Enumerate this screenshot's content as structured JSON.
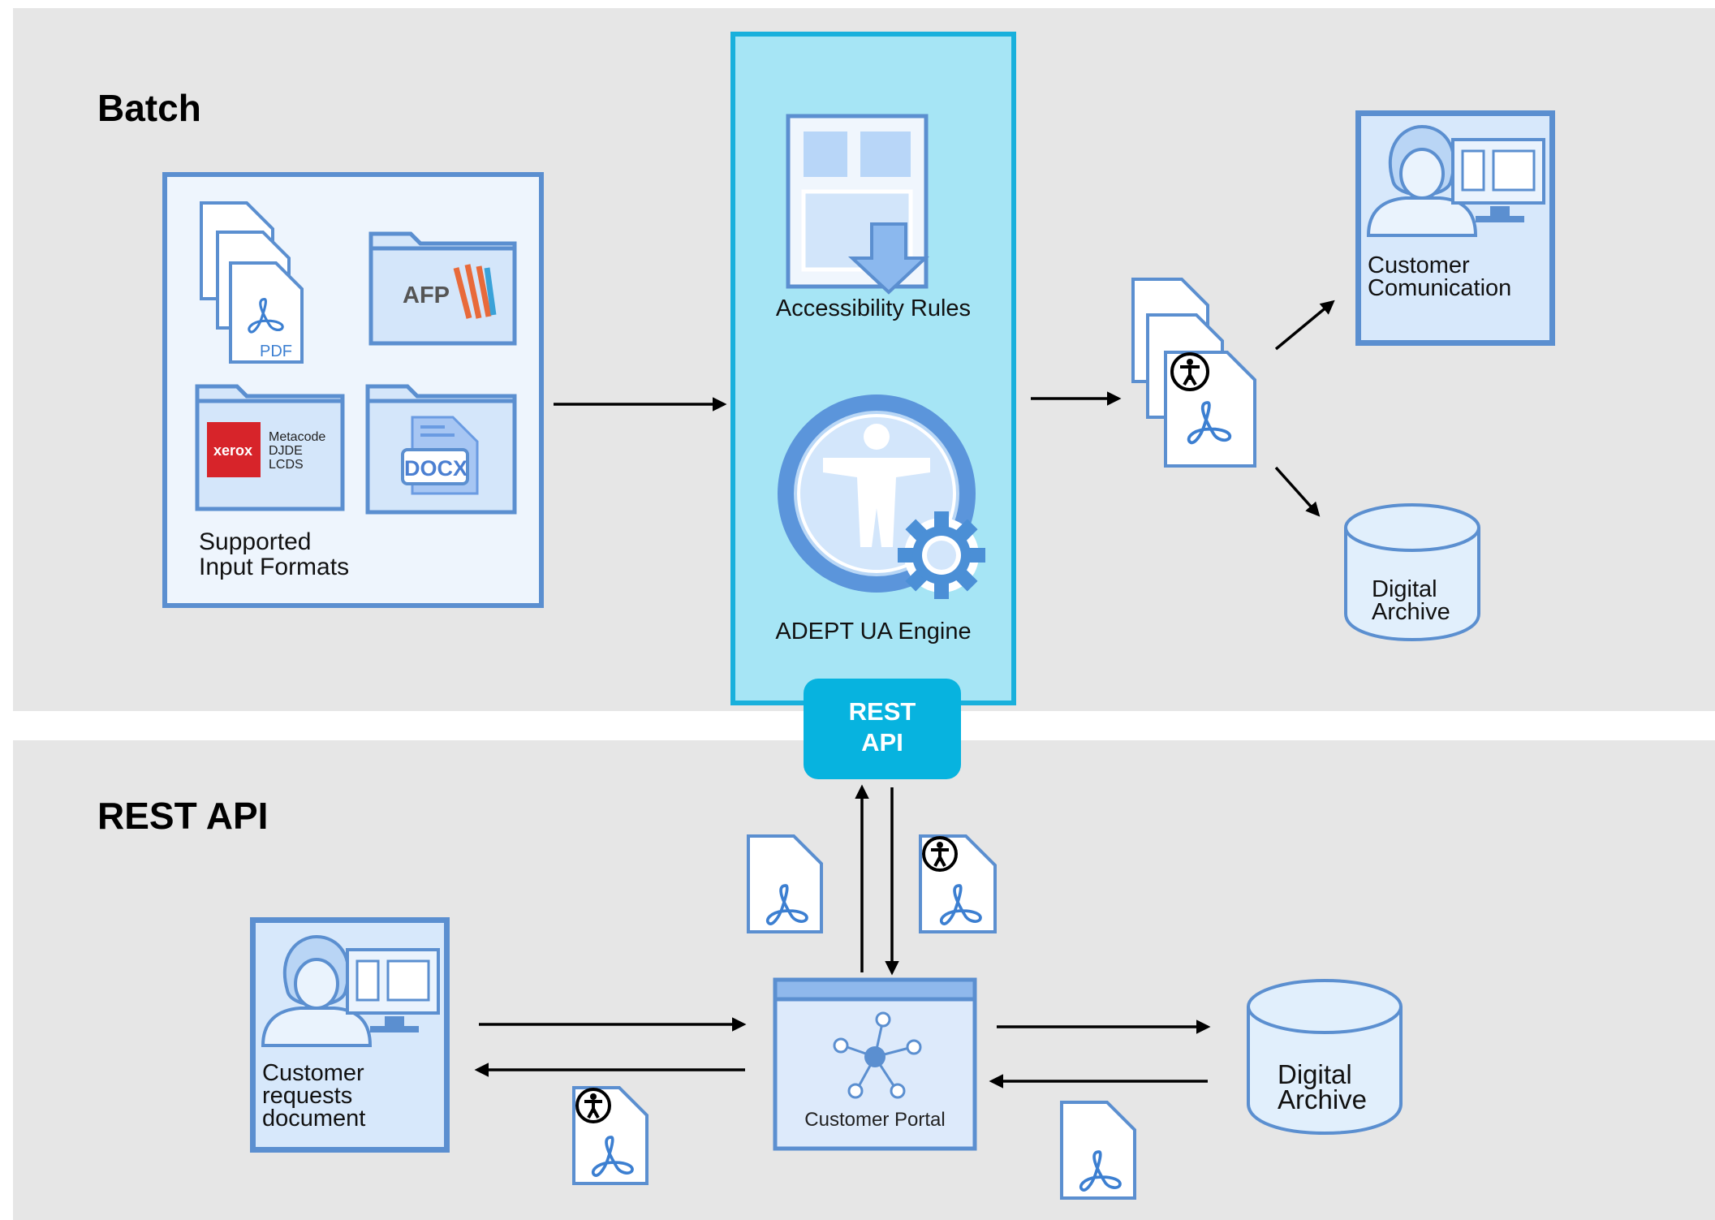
{
  "sections": {
    "batch_title": "Batch",
    "rest_title": "REST API"
  },
  "input_formats": {
    "pdf_label": "PDF",
    "afp_label": "AFP",
    "xerox_logo": "xerox",
    "xerox_formats": [
      "Metacode",
      "DJDE",
      "LCDS"
    ],
    "docx_label": "DOCX",
    "caption_lines": [
      "Supported",
      "Input Formats"
    ]
  },
  "engine": {
    "rules_label": "Accessibility Rules",
    "engine_label": "ADEPT UA Engine"
  },
  "rest_api_badge": [
    "REST",
    "API"
  ],
  "batch_outputs": {
    "customer_lines": [
      "Customer",
      "Comunication"
    ],
    "archive_lines": [
      "Digital",
      "Archive"
    ]
  },
  "rest_flow": {
    "customer_lines": [
      "Customer",
      "requests",
      "document"
    ],
    "portal_label": "Customer Portal",
    "archive_lines": [
      "Digital",
      "Archive"
    ]
  },
  "icons": {
    "pdf_file": "pdf-document-icon",
    "accessible_pdf": "accessible-pdf-icon",
    "folder": "folder-icon",
    "accessibility": "accessibility-person-icon",
    "gear": "gear-icon",
    "user": "user-at-computer-icon",
    "database": "database-icon",
    "network": "network-hub-icon"
  },
  "colors": {
    "panel_bg": "#e6e6e6",
    "box_border": "#5b8fd0",
    "engine_fill": "#a6e5f5",
    "engine_border": "#19b0dc",
    "rest_badge": "#07b3df",
    "icon_blue": "#4b8fd6",
    "xerox_red": "#d7242a"
  }
}
